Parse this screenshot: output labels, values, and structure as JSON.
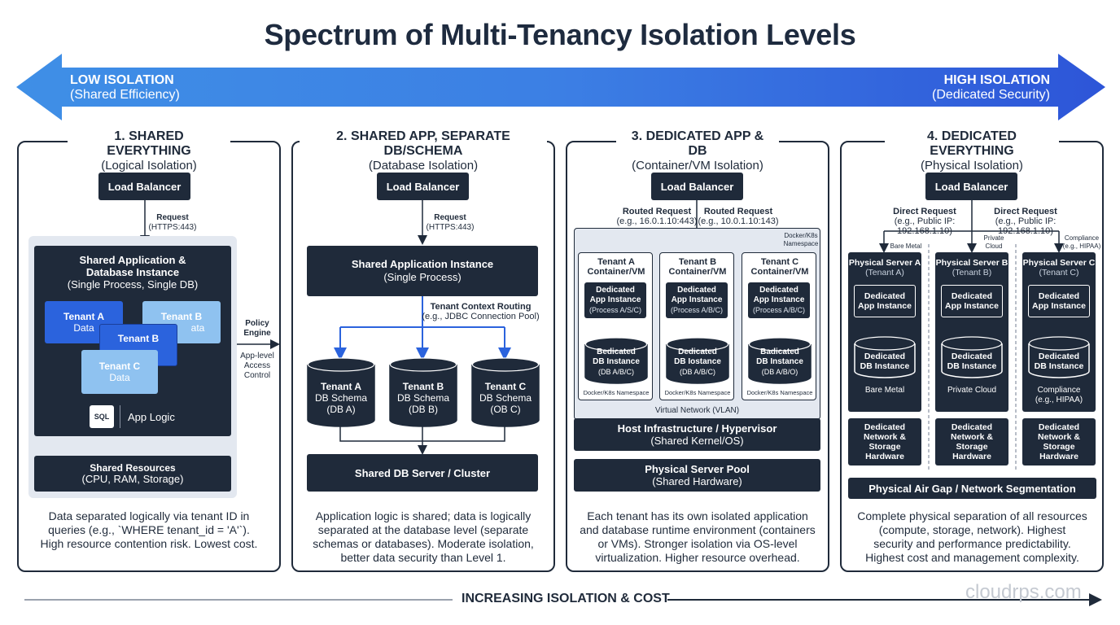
{
  "title": "Spectrum of Multi-Tenancy Isolation Levels",
  "banner": {
    "left_title": "LOW ISOLATION",
    "left_sub": "(Shared Efficiency)",
    "right_title": "HIGH ISOLATION",
    "right_sub": "(Dedicated Security)"
  },
  "p1": {
    "title": "1. SHARED EVERYTHING",
    "subtitle": "(Logical Isolation)",
    "lb": "Load Balancer",
    "req": "Request",
    "req_sub": "(HTTPS:443)",
    "shared_app_title": "Shared Application &",
    "shared_app_title2": "Database Instance",
    "shared_app_sub": "(Single Process, Single DB)",
    "tenant_a": "Tenant A",
    "tenant_a_sub": "Data",
    "tenant_b": "Tenant B",
    "tenant_b_sub": "ata",
    "tenant_b2": "Tenant B",
    "tenant_c": "Tenant C",
    "tenant_c_sub": "Data",
    "sql": "SQL",
    "app_logic": "App Logic",
    "policy": "Policy",
    "policy2": "Engine",
    "policy_sub": "App-level",
    "policy_sub2": "Access",
    "policy_sub3": "Control",
    "shared_res": "Shared Resources",
    "shared_res_sub": "(CPU, RAM, Storage)",
    "desc1": "Data separated logically via tenant ID in",
    "desc2": "queries (e.g., `WHERE tenant_id = 'A'`).",
    "desc3": "High resource contention risk. Lowest cost."
  },
  "p2": {
    "title": "2. SHARED APP, SEPARATE DB/SCHEMA",
    "subtitle": "(Database Isolation)",
    "lb": "Load Balancer",
    "req": "Request",
    "req_sub": "(HTTPS:443)",
    "app": "Shared Application Instance",
    "app_sub": "(Single Process)",
    "routing": "Tenant Context Routing",
    "routing_sub": "(e.g., JDBC Connection Pool)",
    "dbs": [
      {
        "t": "Tenant A",
        "s": "DB Schema",
        "c": "(DB A)"
      },
      {
        "t": "Tenant B",
        "s": "DB Schema",
        "c": "(DB B)"
      },
      {
        "t": "Tenant C",
        "s": "DB Schema",
        "c": "(OB C)"
      }
    ],
    "server": "Shared DB Server / Cluster",
    "desc1": "Application logic is shared; data is logically",
    "desc2": "separated at the database level (separate",
    "desc3": "schemas or databases). Moderate isolation,",
    "desc4": "better data security than Level 1."
  },
  "p3": {
    "title": "3. DEDICATED APP & DB",
    "subtitle": "(Container/VM Isolation)",
    "lb": "Load Balancer",
    "r1": "Routed Request",
    "r1_sub": "(e.g., 16.0.1.10:443)",
    "r2": "Routed Request",
    "r2_sub": "(e.g., 10.0.1.10:143)",
    "ns_label": "Docker/K8s",
    "ns_label2": "Namespace",
    "containers": [
      {
        "t": "Tenant A",
        "t2": "Container/VM",
        "app": "Dedicated",
        "app2": "App Instance",
        "app3": "(Process A/S/C)",
        "db": "Bedicated",
        "db2": "DB Instance",
        "db3": "(DB A/B/C)",
        "ns": "Docker/K8s Namespace"
      },
      {
        "t": "Tenant B",
        "t2": "Container/VM",
        "app": "Dedicated",
        "app2": "App Instance",
        "app3": "(Process A/B/C)",
        "db": "Dedicated",
        "db2": "DB Iostance",
        "db3": "(DB A/B/C)",
        "ns": "Docker/K8s Namespace"
      },
      {
        "t": "Tenant C",
        "t2": "Container/VM",
        "app": "Dedicated",
        "app2": "App Instance",
        "app3": "(Process A/B/C)",
        "db": "Badicated",
        "db2": "DB Instance",
        "db3": "(DB A/B/O)",
        "ns": "Docker/K8s Namespace"
      }
    ],
    "vlan": "Virtual Network (VLAN)",
    "host": "Host Infrastructure / Hypervisor",
    "host_sub": "(Shared Kernel/OS)",
    "pool": "Physical Server Pool",
    "pool_sub": "(Shared Hardware)",
    "desc1": "Each tenant has its own isolated application",
    "desc2": "and database runtime environment (containers",
    "desc3": "or VMs). Stronger isolation via OS-level",
    "desc4": "virtualization. Higher resource overhead."
  },
  "p4": {
    "title": "4. DEDICATED EVERYTHING",
    "subtitle": "(Physical Isolation)",
    "lb": "Load Balancer",
    "r1": "Direct Request",
    "r1_sub": "(e.g., Public IP: 192.168.1.10)",
    "r2": "Direct Request",
    "r2_sub": "(e.g., Public IP: 192.168.1.10)",
    "l_bare": "Bare Metal",
    "l_priv": "Private",
    "l_priv2": "Cloud",
    "l_comp": "Compliance",
    "l_comp2": "(e.g., HIPAA)",
    "servers": [
      {
        "t": "Physical Server A",
        "t2": "(Tenant A)",
        "app": "Dedicated",
        "app2": "App Instance",
        "db": "Dedicated",
        "db2": "DB Instance",
        "foot": "Bare Metal",
        "foot2": "",
        "hw": "Dedicated",
        "hw2": "Network &",
        "hw3": "Storage",
        "hw4": "Hardware"
      },
      {
        "t": "Physical Server B",
        "t2": "(Tenant B)",
        "app": "Dedicated",
        "app2": "App Instance",
        "db": "Dedicated",
        "db2": "DB Instance",
        "foot": "Private Cloud",
        "foot2": "",
        "hw": "Dedicated",
        "hw2": "Network &",
        "hw3": "Storage",
        "hw4": "Hardware"
      },
      {
        "t": "Physical Server C",
        "t2": "(Tenant C)",
        "app": "Dedicated",
        "app2": "App Instance",
        "db": "Dedicated",
        "db2": "DB Instance",
        "foot": "Compliance",
        "foot2": "(e.g., HIPAA)",
        "hw": "Dedicated",
        "hw2": "Network &",
        "hw3": "Storage",
        "hw4": "Hardware"
      }
    ],
    "gap": "Physical Air Gap / Network Segmentation",
    "desc1": "Complete physical separation of all resources",
    "desc2": "(compute, storage, network). Highest",
    "desc3": "security and performance predictability.",
    "desc4": "Highest cost and management complexity."
  },
  "footer": "INCREASING ISOLATION & COST",
  "watermark": "cloudrps.com",
  "colors": {
    "navy": "#1f2a3a",
    "blue_dark": "#2b63dd",
    "blue_light": "#8fc2f0",
    "panel_bg": "#e3e8f0"
  }
}
